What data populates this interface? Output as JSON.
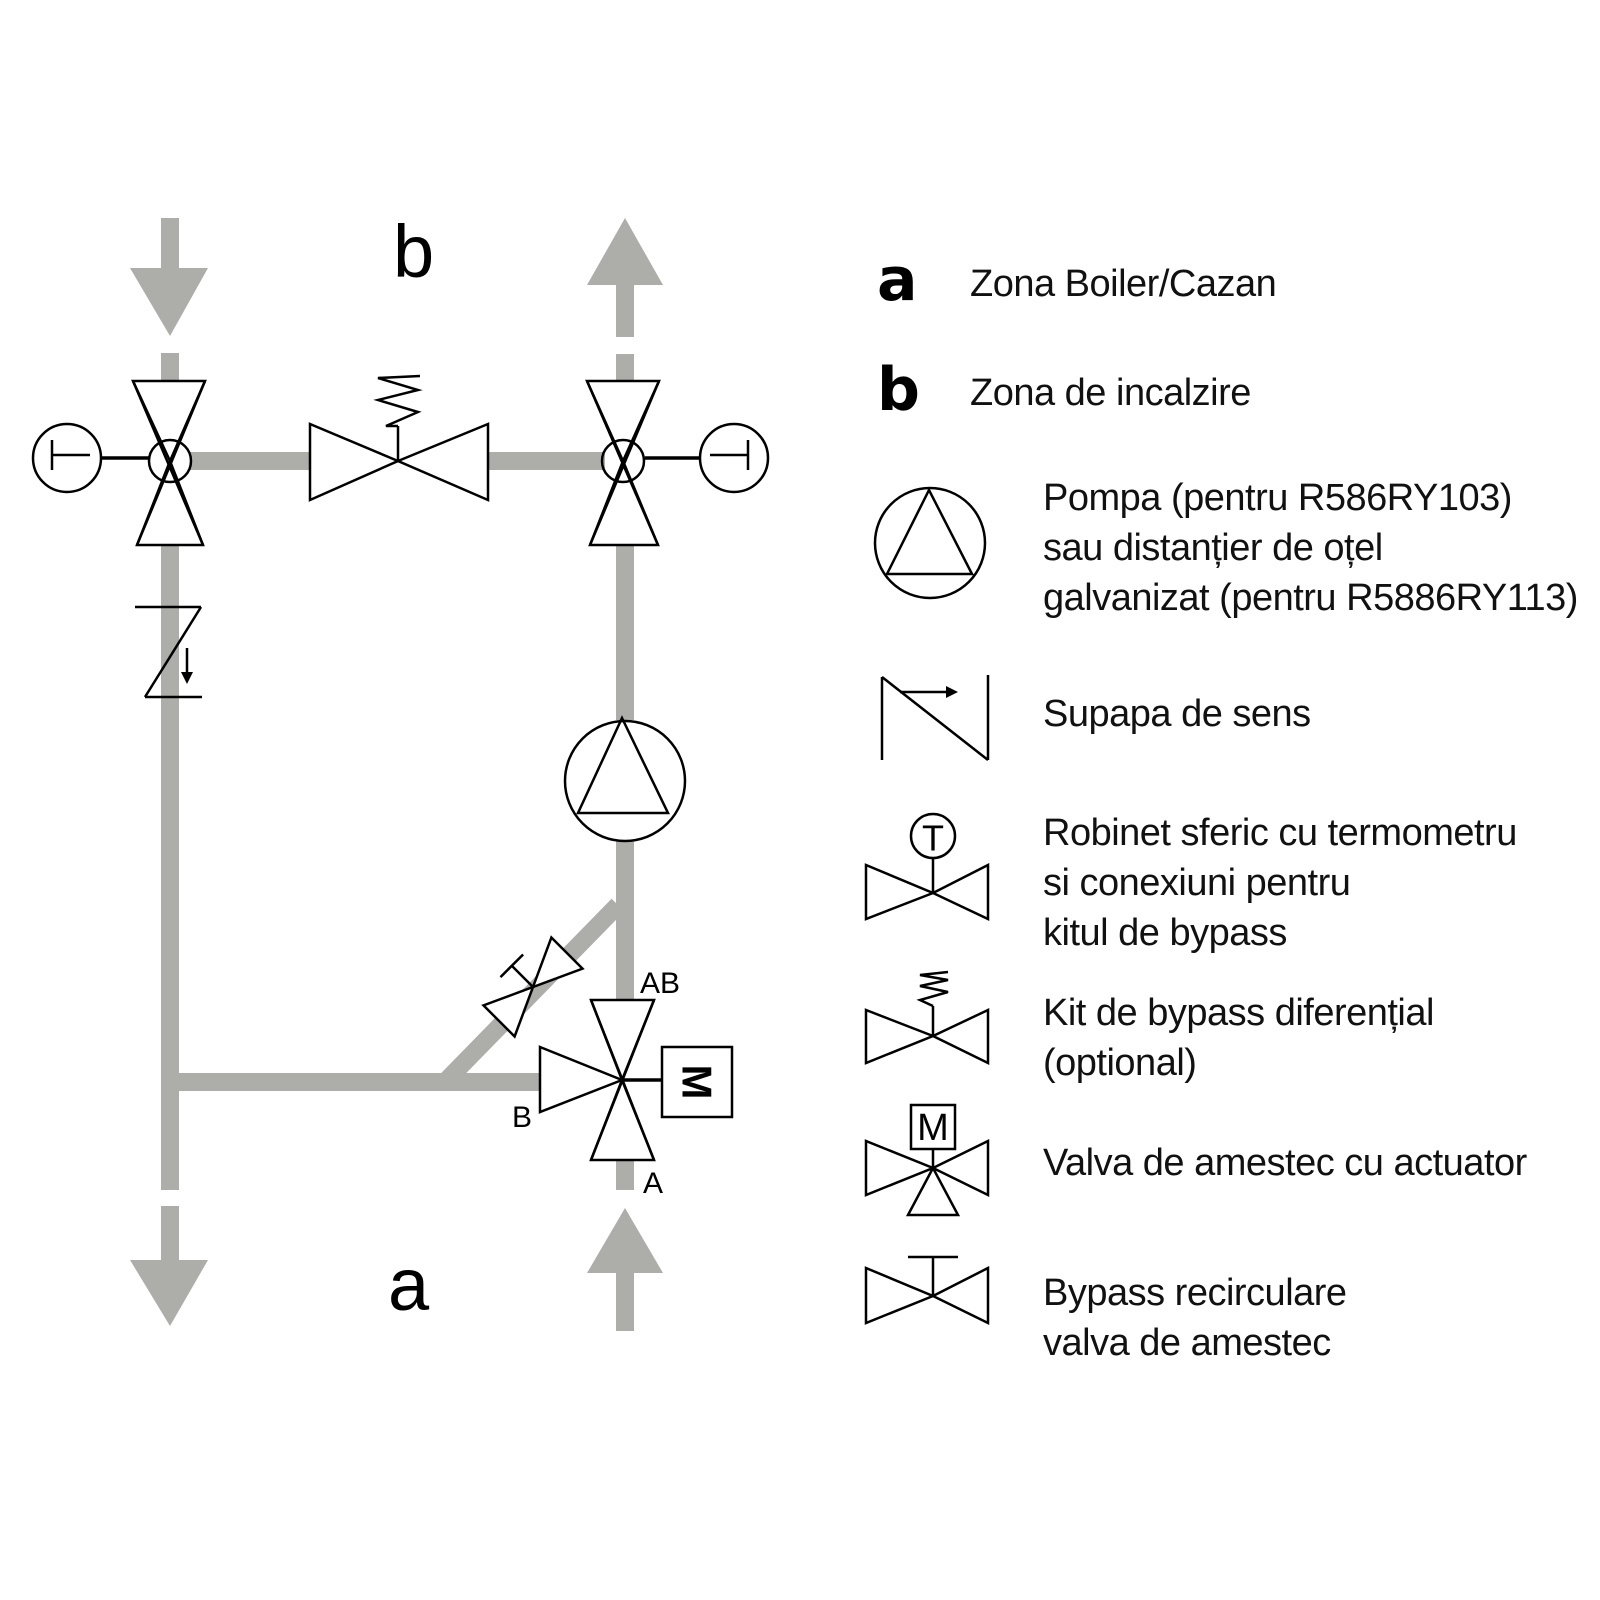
{
  "diagram": {
    "zones": {
      "top_label": "b",
      "bottom_label": "a"
    },
    "ports": {
      "ab": "AB",
      "b": "B",
      "a": "A"
    },
    "actuator_letter": "M",
    "thermometer_letter": "T",
    "colors": {
      "pipe": "#adadaa",
      "symbol_stroke": "#000000",
      "background": "#ffffff"
    }
  },
  "legend": {
    "zones": [
      {
        "key": "a",
        "label": "Zona Boiler/Cazan"
      },
      {
        "key": "b",
        "label": "Zona de incalzire"
      }
    ],
    "symbols": [
      {
        "icon": "pump-icon",
        "lines": [
          "Pompa (pentru R586RY103)",
          "sau distanțier de oțel",
          "galvanizat (pentru R5886RY113)"
        ]
      },
      {
        "icon": "check-valve-icon",
        "lines": [
          "Supapa de sens"
        ]
      },
      {
        "icon": "ball-valve-thermometer-icon",
        "lines": [
          "Robinet sferic cu termometru",
          "si conexiuni pentru",
          "kitul de bypass"
        ]
      },
      {
        "icon": "differential-bypass-valve-icon",
        "lines": [
          "Kit de bypass diferențial",
          "(optional)"
        ]
      },
      {
        "icon": "mixing-valve-actuator-icon",
        "lines": [
          "Valva de amestec cu actuator"
        ]
      },
      {
        "icon": "bypass-recirculation-valve-icon",
        "lines": [
          "Bypass recirculare",
          "valva de amestec"
        ]
      }
    ]
  }
}
